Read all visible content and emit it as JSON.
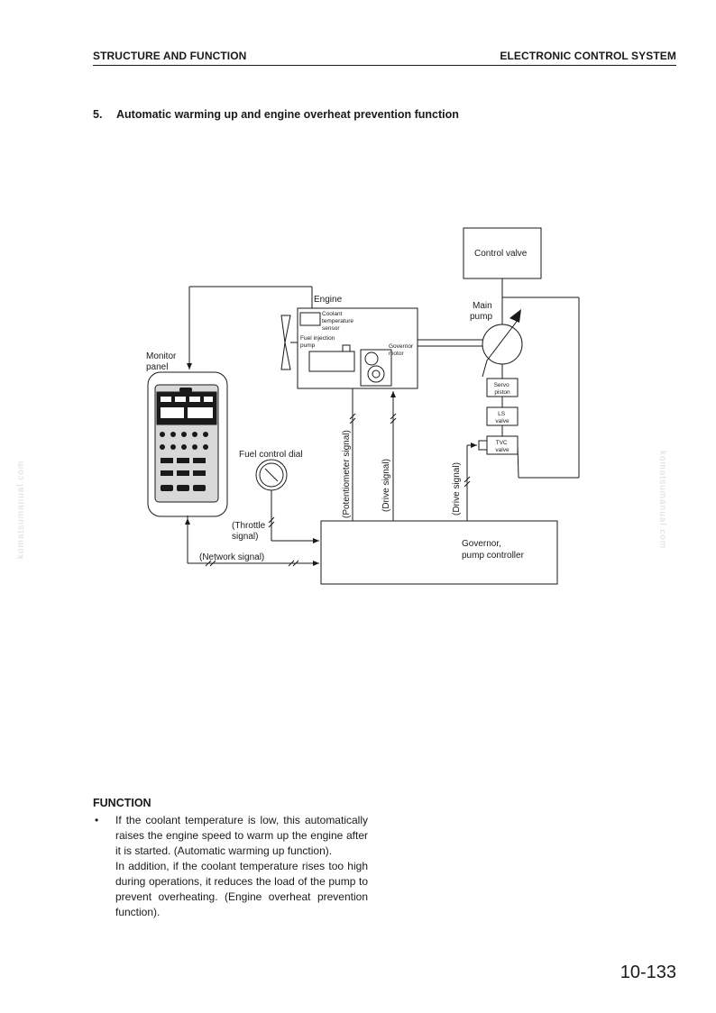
{
  "header": {
    "left": "STRUCTURE AND FUNCTION",
    "right": "ELECTRONIC CONTROL SYSTEM"
  },
  "section": {
    "number": "5.",
    "title": "Automatic warming up and engine overheat prevention function"
  },
  "diagram": {
    "control_valve": "Control valve",
    "engine": "Engine",
    "coolant_sensor": [
      "Coolant",
      "temperature",
      "sensor"
    ],
    "fuel_injection_pump": [
      "Fuel injection",
      "pump"
    ],
    "governor_motor": [
      "Governor",
      "motor"
    ],
    "main_pump": [
      "Main",
      "pump"
    ],
    "monitor_panel": [
      "Monitor",
      "panel"
    ],
    "servo_piston": [
      "Servo",
      "piston"
    ],
    "ls_valve": [
      "LS",
      "valve"
    ],
    "tvc_valve": [
      "TVC",
      "valve"
    ],
    "fuel_control_dial": "Fuel control dial",
    "potentiometer_signal": "(Potentiometer signal)",
    "drive_signal_1": "(Drive signal)",
    "drive_signal_2": "(Drive signal)",
    "throttle_signal": [
      "(Throttle",
      "signal)"
    ],
    "network_signal": "(Network signal)",
    "controller": [
      "Governor,",
      "pump controller"
    ]
  },
  "watermark": "komatsumanual.com",
  "function": {
    "heading": "FUNCTION",
    "bullet": "•",
    "para1": "If the coolant temperature is low, this automatically raises the engine speed to warm up the engine after it is started. (Automatic warming up function).",
    "para2": "In addition, if the coolant temperature rises too high during operations, it reduces the load of the pump to prevent overheating. (Engine overheat prevention function)."
  },
  "page_number": "10-133"
}
